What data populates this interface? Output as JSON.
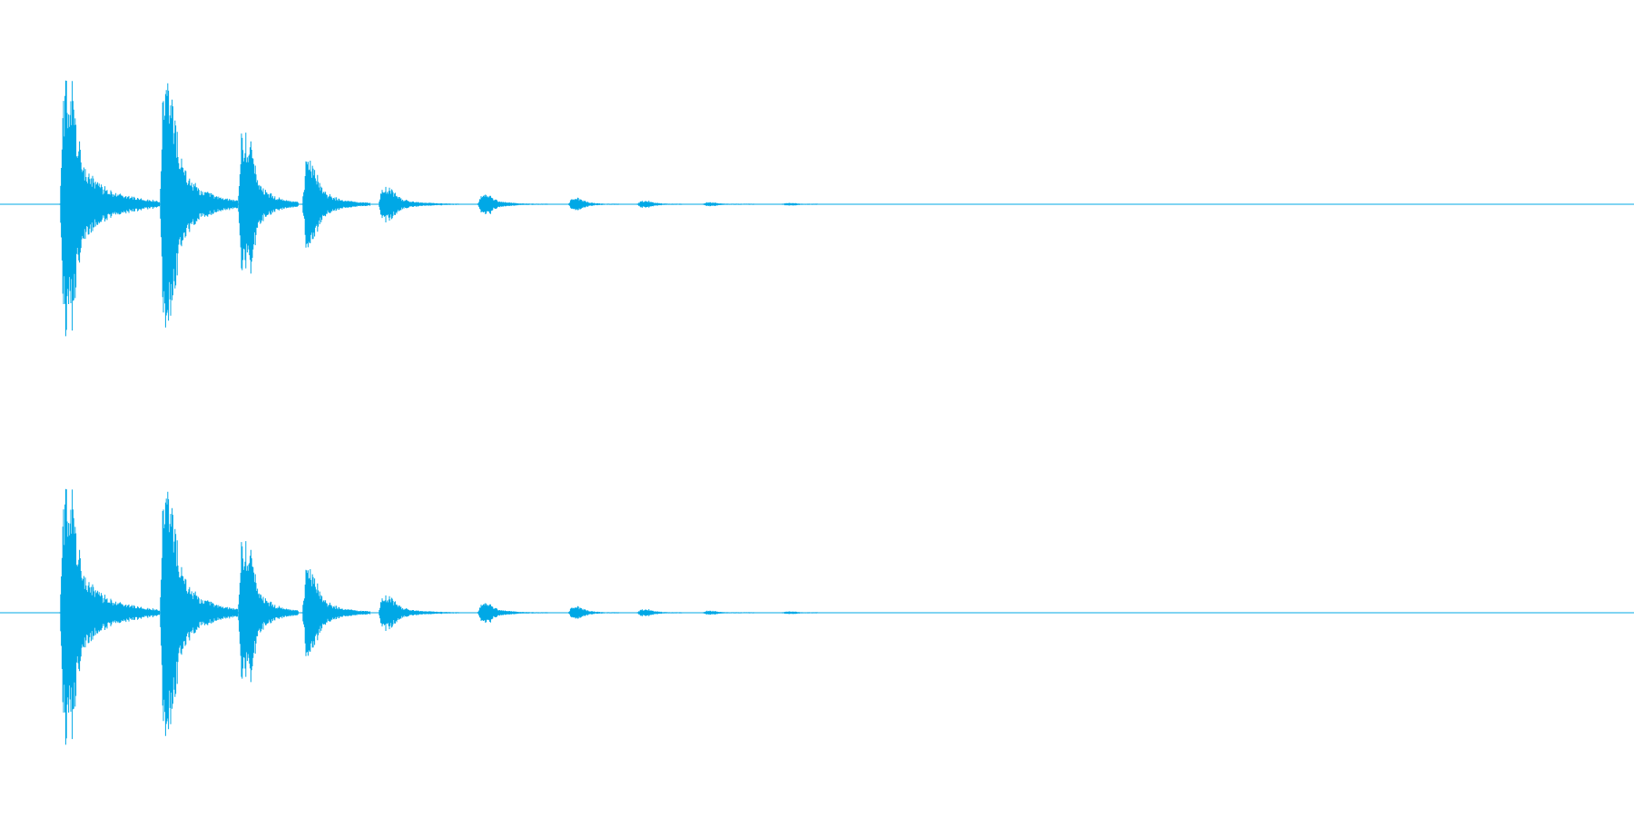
{
  "waveform": {
    "color": "#00a8e6",
    "channels": [
      {
        "name": ""
      },
      {
        "name": ""
      }
    ],
    "hits": [
      {
        "amplitude": 1.0,
        "decay": 1.0
      },
      {
        "amplitude": 1.0,
        "decay": 1.0
      },
      {
        "amplitude": 0.55,
        "decay": 0.85
      },
      {
        "amplitude": 0.34,
        "decay": 0.75
      },
      {
        "amplitude": 0.14,
        "decay": 0.6
      },
      {
        "amplitude": 0.08,
        "decay": 0.5
      },
      {
        "amplitude": 0.05,
        "decay": 0.4
      },
      {
        "amplitude": 0.03,
        "decay": 0.3
      },
      {
        "amplitude": 0.015,
        "decay": 0.2
      },
      {
        "amplitude": 0.012,
        "decay": 0.2
      }
    ]
  }
}
